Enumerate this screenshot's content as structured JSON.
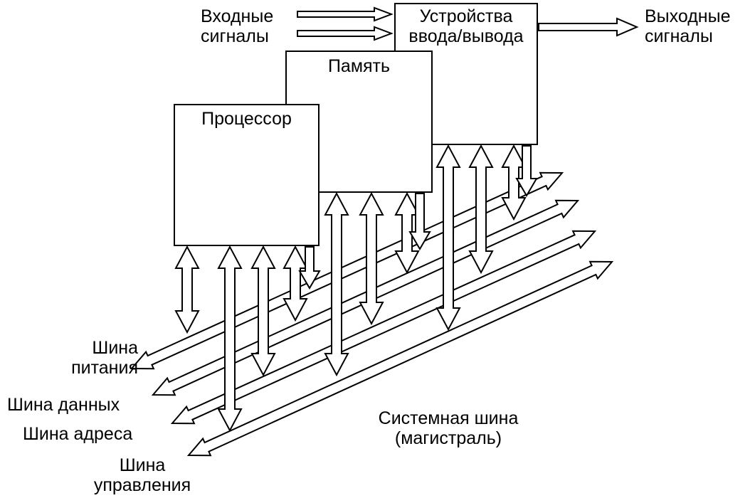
{
  "labels": {
    "input_signals": [
      "Входные",
      "сигналы"
    ],
    "io_device": [
      "Устройства",
      "ввода/вывода"
    ],
    "output_signals": [
      "Выходные",
      "сигналы"
    ],
    "memory": "Память",
    "processor": "Процессор",
    "bus_power": [
      "Шина",
      "питания"
    ],
    "bus_data": "Шина данных",
    "bus_address": "Шина адреса",
    "bus_control": [
      "Шина",
      "управления"
    ],
    "system_bus": [
      "Системная шина",
      "(магистраль)"
    ]
  },
  "colors": {
    "stroke": "#000000",
    "fill": "#ffffff"
  }
}
